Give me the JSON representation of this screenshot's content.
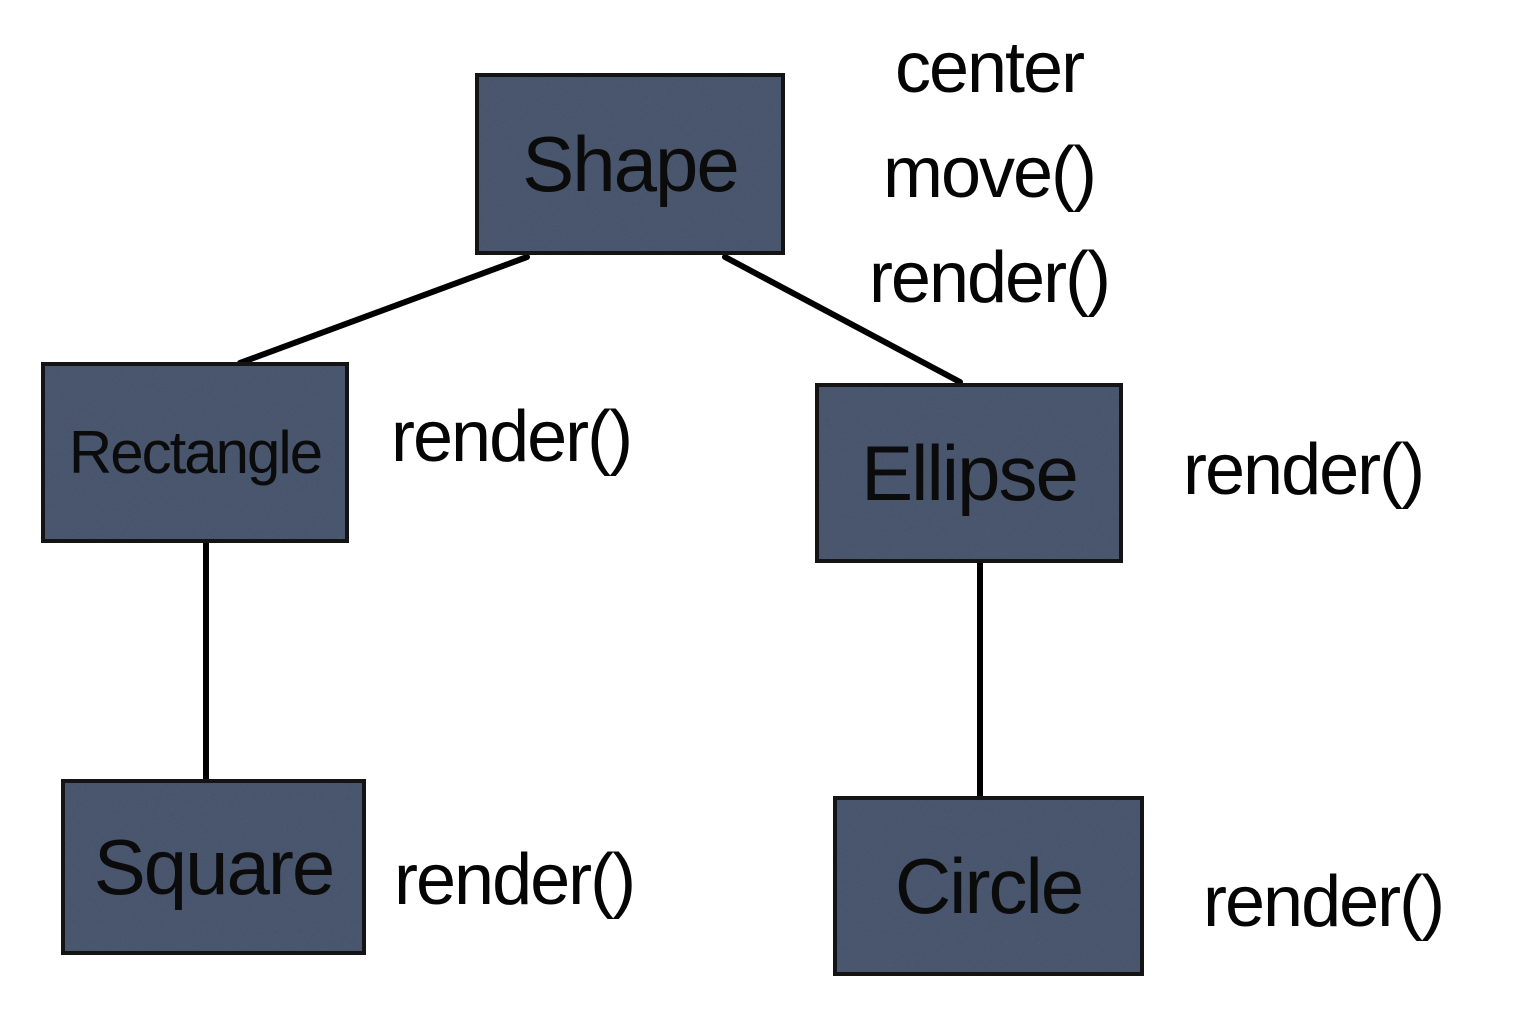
{
  "diagram": {
    "type": "class-hierarchy",
    "background": "#ffffff",
    "node_fill": "#5d6e8c",
    "node_border": "#141414",
    "edge_color": "#000000",
    "nodes": {
      "shape": {
        "label": "Shape",
        "members": [
          "center",
          "move()",
          "render()"
        ]
      },
      "rectangle": {
        "label": "Rectangle",
        "members": [
          "render()"
        ]
      },
      "ellipse": {
        "label": "Ellipse",
        "members": [
          "render()"
        ]
      },
      "square": {
        "label": "Square",
        "members": [
          "render()"
        ]
      },
      "circle": {
        "label": "Circle",
        "members": [
          "render()"
        ]
      }
    },
    "edges": [
      {
        "from": "Shape",
        "to": "Rectangle"
      },
      {
        "from": "Shape",
        "to": "Ellipse"
      },
      {
        "from": "Rectangle",
        "to": "Square"
      },
      {
        "from": "Ellipse",
        "to": "Circle"
      }
    ]
  }
}
